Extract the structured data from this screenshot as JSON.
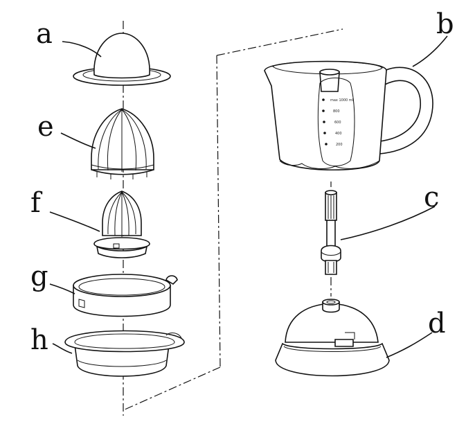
{
  "labels": {
    "a": "a",
    "b": "b",
    "c": "c",
    "d": "d",
    "e": "e",
    "f": "f",
    "g": "g",
    "h": "h"
  },
  "jug_scale": {
    "max": "max 1000 ml",
    "m800": "800",
    "m600": "600",
    "m400": "400",
    "m200": "200"
  }
}
